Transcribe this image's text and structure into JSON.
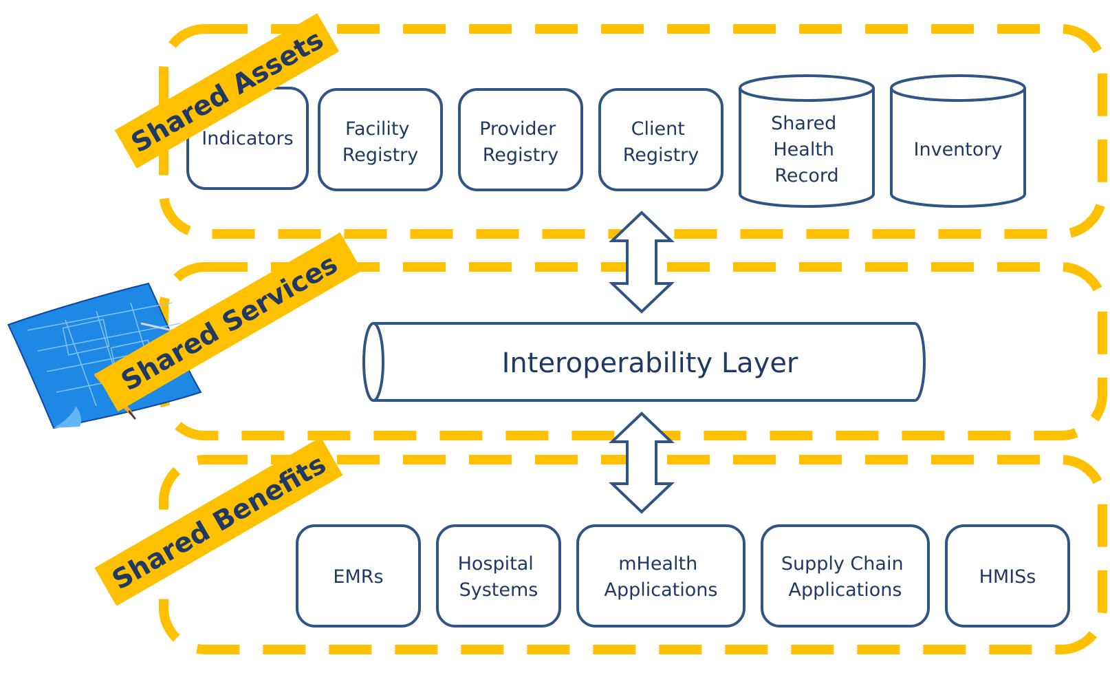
{
  "colors": {
    "accent_yellow": "#ffc000",
    "stroke_blue": "#2f5485",
    "text_navy": "#1f3864",
    "blueprint_blue": "#1e88e5"
  },
  "groups": {
    "assets": {
      "label": "Shared Assets",
      "items": [
        {
          "lines": [
            "Indicators"
          ]
        },
        {
          "lines": [
            "Facility",
            "Registry"
          ]
        },
        {
          "lines": [
            "Provider",
            "Registry"
          ]
        },
        {
          "lines": [
            "Client",
            "Registry"
          ]
        },
        {
          "lines": [
            "Shared",
            "Health",
            "Record"
          ]
        },
        {
          "lines": [
            "Inventory"
          ]
        }
      ]
    },
    "services": {
      "label": "Shared Services",
      "layer": "Interoperability Layer"
    },
    "benefits": {
      "label": "Shared Benefits",
      "items": [
        {
          "lines": [
            "EMRs"
          ]
        },
        {
          "lines": [
            "Hospital",
            "Systems"
          ]
        },
        {
          "lines": [
            "mHealth",
            "Applications"
          ]
        },
        {
          "lines": [
            "Supply Chain",
            "Applications"
          ]
        },
        {
          "lines": [
            "HMISs"
          ]
        }
      ]
    }
  },
  "icons": {
    "blueprint": "blueprint-icon",
    "arrow": "double-arrow-icon"
  }
}
